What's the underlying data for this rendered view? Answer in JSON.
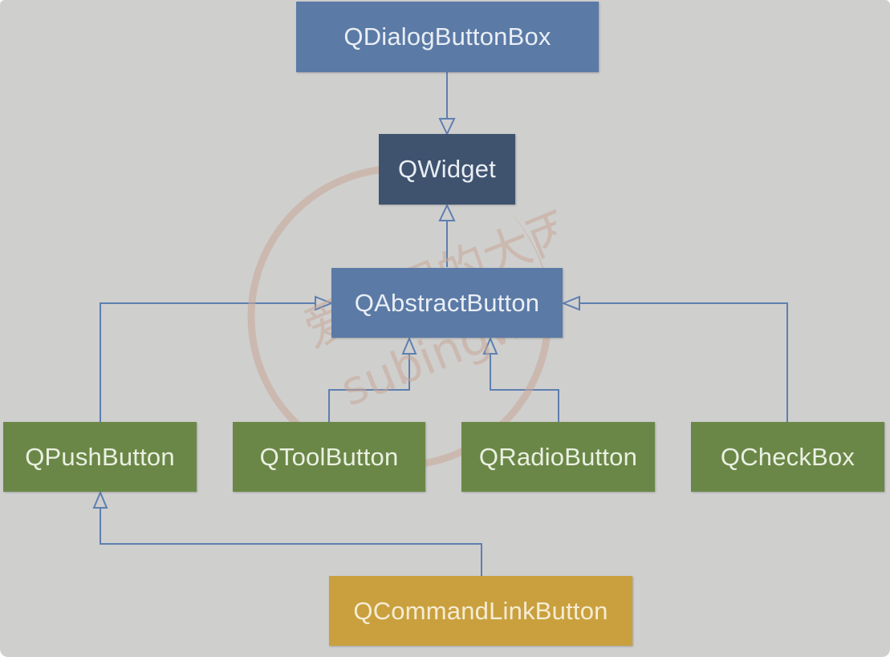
{
  "diagram": {
    "nodes": {
      "dialog_button_box": "QDialogButtonBox",
      "widget": "QWidget",
      "abstract_button": "QAbstractButton",
      "push_button": "QPushButton",
      "tool_button": "QToolButton",
      "radio_button": "QRadioButton",
      "check_box": "QCheckBox",
      "command_link_button": "QCommandLinkButton"
    },
    "colors": {
      "background": "#cfcfce",
      "blue_node": "#5b7aa6",
      "dark_node": "#3f536f",
      "green_node": "#6b8747",
      "gold_node": "#c9a03d",
      "connector": "#5e7fb0"
    }
  },
  "watermark": {
    "text_cn": "爱编程的大丙",
    "text_url": "subingwen.cn"
  }
}
